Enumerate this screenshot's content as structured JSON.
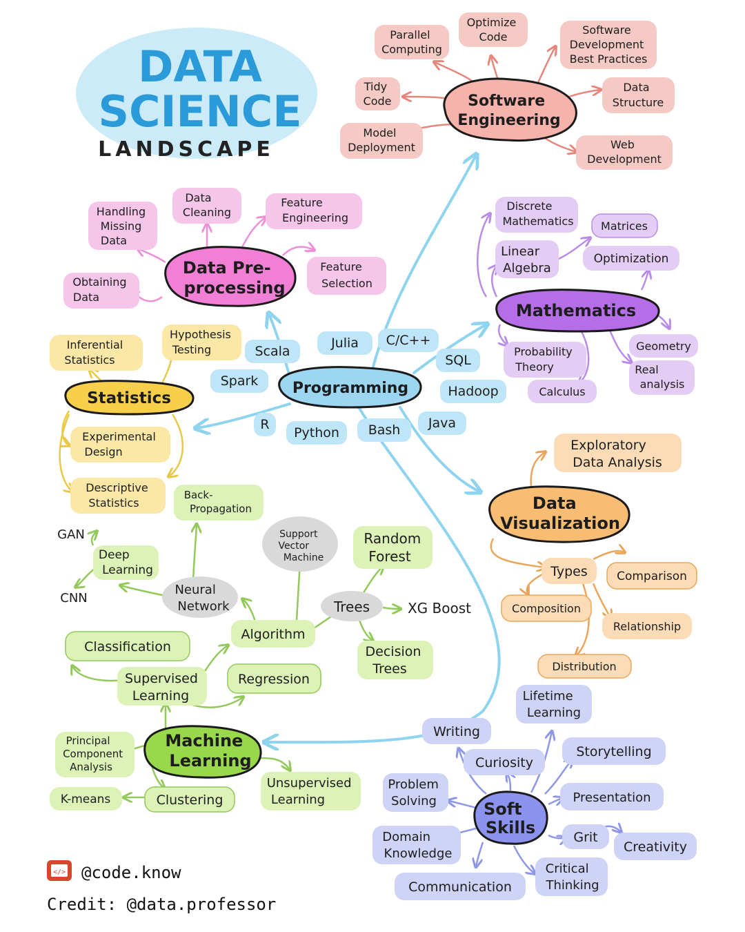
{
  "title": {
    "line1": "DATA",
    "line2": "SCIENCE",
    "line3": "LANDSCAPE"
  },
  "colors": {
    "software": "#f5c9c4",
    "software_hub": "#f6b3ab",
    "preprocess": "#f6c6ea",
    "preprocess_hub": "#f27fd6",
    "math": "#e4cdf4",
    "math_hub": "#b56ee8",
    "stats": "#fbe7a6",
    "stats_hub": "#f8cf4a",
    "programming": "#bfe6f8",
    "programming_hub": "#9dd6f1",
    "ml": "#ddf2b6",
    "ml_hub": "#98d84a",
    "viz": "#fbdcb6",
    "viz_hub": "#f8bd72",
    "soft": "#cfd3f5",
    "soft_hub": "#8c93ee",
    "neutral": "#d9d9d9",
    "arrow_blue": "#8fd4ee"
  },
  "hubs": {
    "software": "Software Engineering",
    "software_l1": "Software",
    "software_l2": "Engineering",
    "preprocess_l1": "Data Pre-",
    "preprocess_l2": "processing",
    "math": "Mathematics",
    "stats": "Statistics",
    "programming": "Programming",
    "ml_l1": "Machine",
    "ml_l2": "Learning",
    "viz_l1": "Data",
    "viz_l2": "Visualization",
    "soft_l1": "Soft",
    "soft_l2": "Skills"
  },
  "software": {
    "parallel": [
      "Parallel",
      "Computing"
    ],
    "optimize": [
      "Optimize",
      "Code"
    ],
    "best_practices": [
      "Software",
      "Development",
      "Best Practices"
    ],
    "tidy": [
      "Tidy",
      "Code"
    ],
    "data_structure": [
      "Data",
      "Structure"
    ],
    "deployment": [
      "Model",
      "Deployment"
    ],
    "web": [
      "Web",
      "Development"
    ]
  },
  "preprocess": {
    "missing": [
      "Handling",
      "Missing",
      "Data"
    ],
    "cleaning": [
      "Data",
      "Cleaning"
    ],
    "feature_eng": [
      "Feature",
      "Engineering"
    ],
    "obtaining": [
      "Obtaining",
      "Data"
    ],
    "feature_sel": [
      "Feature",
      "Selection"
    ]
  },
  "math": {
    "discrete": [
      "Discrete",
      "Mathematics"
    ],
    "matrices": "Matrices",
    "linear": [
      "Linear",
      "Algebra"
    ],
    "optimization": "Optimization",
    "probability": [
      "Probability",
      "Theory"
    ],
    "geometry": "Geometry",
    "real": [
      "Real",
      "analysis"
    ],
    "calculus": "Calculus"
  },
  "programming": {
    "julia": "Julia",
    "c": "C/C++",
    "scala": "Scala",
    "sql": "SQL",
    "spark": "Spark",
    "hadoop": "Hadoop",
    "r": "R",
    "python": "Python",
    "bash": "Bash",
    "java": "Java"
  },
  "stats": {
    "inferential": [
      "Inferential",
      "Statistics"
    ],
    "hypothesis": [
      "Hypothesis",
      "Testing"
    ],
    "experimental": [
      "Experimental",
      "Design"
    ],
    "descriptive": [
      "Descriptive",
      "Statistics"
    ]
  },
  "ml": {
    "backprop": [
      "Back-",
      "Propagation"
    ],
    "gan": "GAN",
    "deep": [
      "Deep",
      "Learning"
    ],
    "cnn": "CNN",
    "neural": [
      "Neural",
      "Network"
    ],
    "svm": [
      "Support",
      "Vector",
      "Machine"
    ],
    "random_forest": [
      "Random",
      "Forest"
    ],
    "algorithm": "Algorithm",
    "trees": "Trees",
    "xgboost": "XG Boost",
    "decision_trees": [
      "Decision",
      "Trees"
    ],
    "classification": "Classification",
    "supervised": [
      "Supervised",
      "Learning"
    ],
    "regression": "Regression",
    "pca": [
      "Principal",
      "Component",
      "Analysis"
    ],
    "unsupervised": [
      "Unsupervised",
      "Learning"
    ],
    "kmeans": "K-means",
    "clustering": "Clustering"
  },
  "viz": {
    "eda": [
      "Exploratory",
      "Data Analysis"
    ],
    "types": "Types",
    "comparison": "Comparison",
    "composition": "Composition",
    "relationship": "Relationship",
    "distribution": "Distribution"
  },
  "soft": {
    "lifetime": [
      "Lifetime",
      "Learning"
    ],
    "writing": "Writing",
    "curiosity": "Curiosity",
    "storytelling": "Storytelling",
    "problem": [
      "Problem",
      "Solving"
    ],
    "presentation": "Presentation",
    "domain": [
      "Domain",
      "Knowledge"
    ],
    "grit": "Grit",
    "creativity": "Creativity",
    "communication": "Communication",
    "critical": [
      "Critical",
      "Thinking"
    ]
  },
  "footer": {
    "handle_icon": "code-icon",
    "handle": "@code.know",
    "credit": "Credit: @data.professor"
  }
}
